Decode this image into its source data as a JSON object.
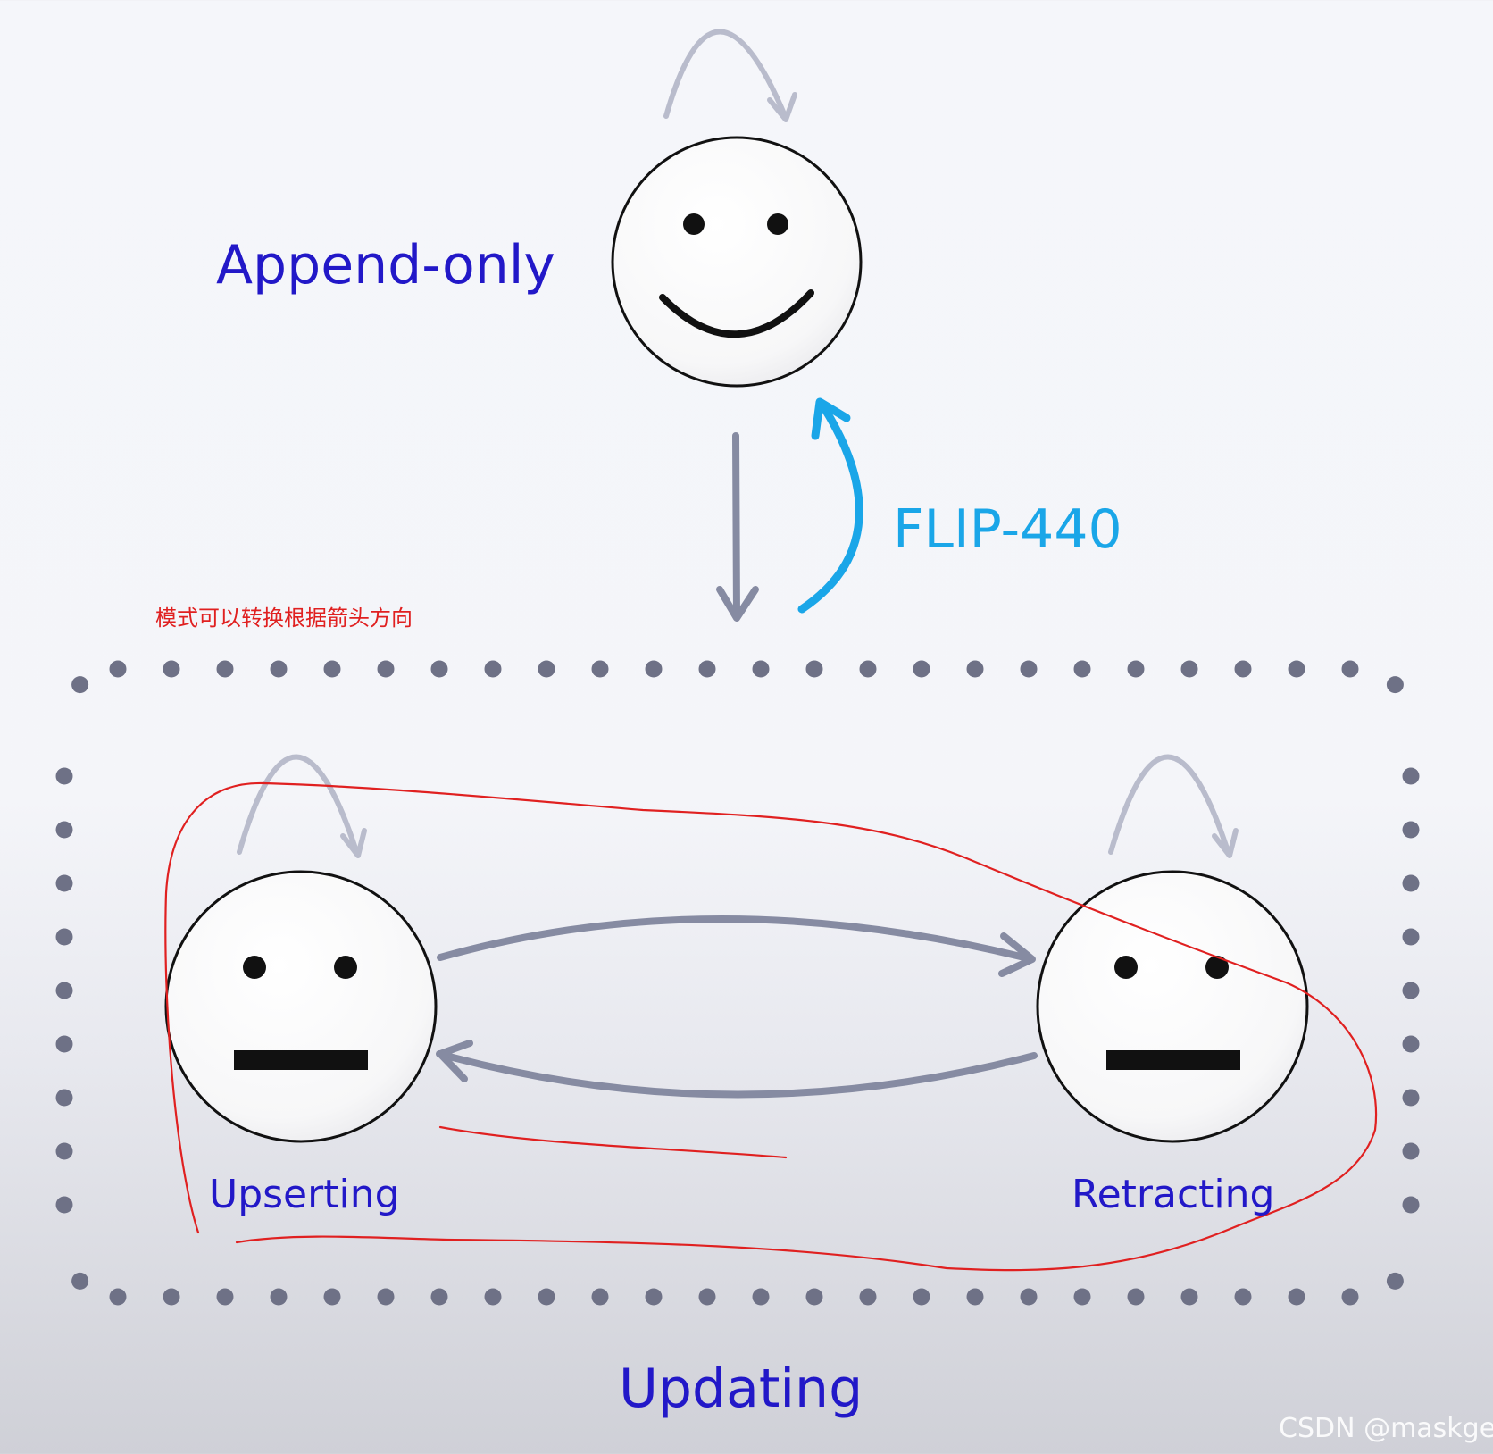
{
  "labels": {
    "append_only": "Append-only",
    "flip": "FLIP-440",
    "note": "模式可以转换根据箭头方向",
    "upserting": "Upserting",
    "retracting": "Retracting",
    "updating": "Updating",
    "watermark": "CSDN @maskge"
  },
  "colors": {
    "state_label": "#2218c8",
    "flip_arrow": "#1aa6e8",
    "arrow_gray": "#868ba2",
    "self_loop": "#b9bccc",
    "dotted_border": "#6e7186",
    "annotation_red": "#e02020"
  },
  "faces": [
    {
      "state": "append_only",
      "expression": "smile"
    },
    {
      "state": "upserting",
      "expression": "neutral"
    },
    {
      "state": "retracting",
      "expression": "neutral"
    }
  ]
}
